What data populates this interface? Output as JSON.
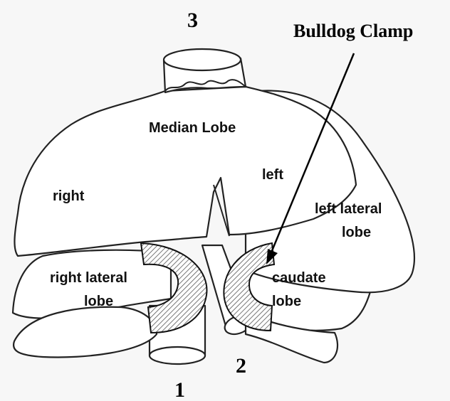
{
  "labels": {
    "top_number": "3",
    "callout": "Bulldog Clamp",
    "median_lobe": "Median Lobe",
    "left": "left",
    "right": "right",
    "left_lateral_line1": "left lateral",
    "left_lateral_line2": "lobe",
    "right_lateral_line1": "right lateral",
    "right_lateral_line2": "lobe",
    "caudate_line1": "caudate",
    "caudate_line2": "lobe",
    "num_2": "2",
    "num_1": "1"
  },
  "colors": {
    "outline": "#222222",
    "background": "#f7f7f7",
    "hatch": "#555555"
  }
}
